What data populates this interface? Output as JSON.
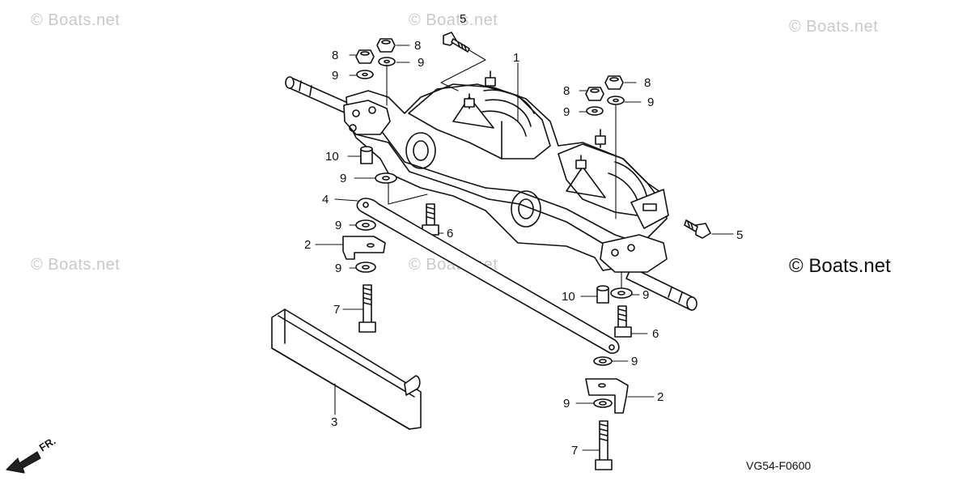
{
  "watermarks": {
    "small": "© Boats.net",
    "main": "© Boats.net"
  },
  "diagram_code": "VG54-F0600",
  "direction_label": "FR.",
  "callouts": {
    "c1": "1",
    "c2": "2",
    "c3": "3",
    "c4": "4",
    "c5": "5",
    "c6": "6",
    "c7": "7",
    "c8": "8",
    "c9": "9",
    "c10": "10"
  }
}
